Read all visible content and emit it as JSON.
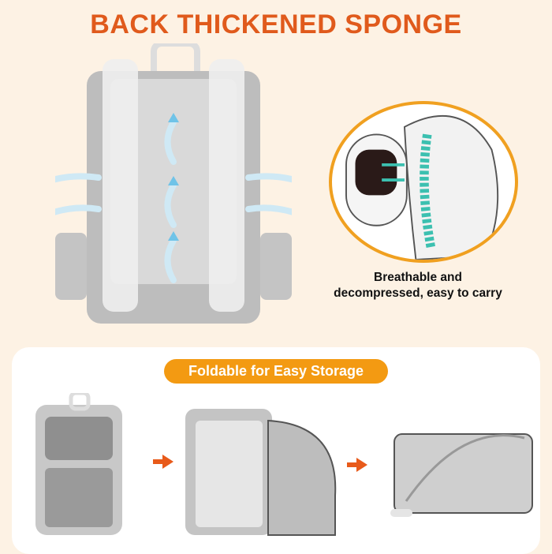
{
  "title": "BACK THICKENED SPONGE",
  "caption": {
    "line1": "Breathable and",
    "line2": "decompressed, easy to carry"
  },
  "fold_badge": "Foldable for Easy Storage",
  "colors": {
    "title": "#e05a1c",
    "badge": "#f39a12",
    "arrow": "#e85a1a",
    "spine": "#3cc0b0",
    "circle_border": "#f0a020"
  }
}
